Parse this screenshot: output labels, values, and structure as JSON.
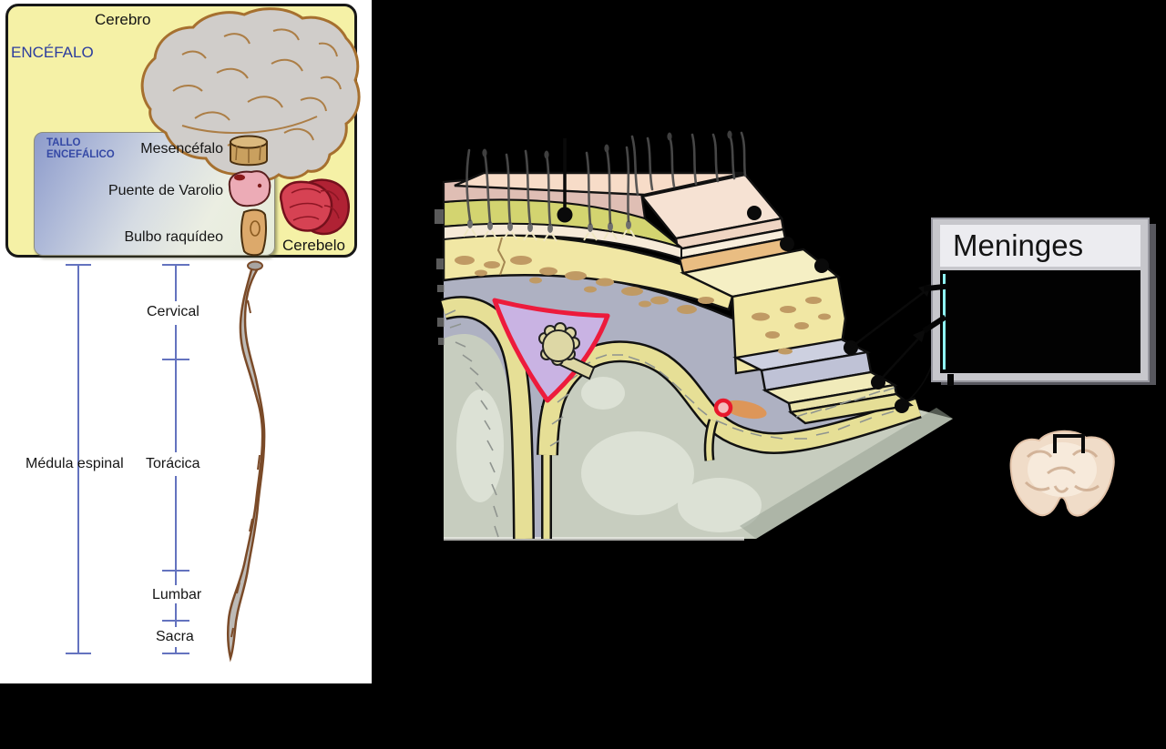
{
  "encephalon_panel": {
    "cerebro_label": "Cerebro",
    "encefalo_label": "ENCÉFALO",
    "tallo_line1": "TALLO",
    "tallo_line2": "ENCEFÁLICO",
    "mesencefalo_label": "Mesencéfalo",
    "puente_label": "Puente de Varolio",
    "bulbo_label": "Bulbo raquídeo",
    "cerebelo_label": "Cerebelo"
  },
  "spinal_section": {
    "medula_label": "Médula espinal",
    "cervical_label": "Cervical",
    "toracica_label": "Torácica",
    "lumbar_label": "Lumbar",
    "sacra_label": "Sacra"
  },
  "meninges_window": {
    "title": "Meninges"
  },
  "colors": {
    "canvas_bg": "#000000",
    "panel_bg": "#ffffff",
    "encephalon_box_fill": "#F5F1A6",
    "label_blue": "#2B3C9E",
    "bracket_blue": "#6473BF",
    "sinus_red": "#ED1B3C",
    "sinus_purple": "#C9B3E3",
    "bone_yellow": "#F1E7A4",
    "dura_gray": "#AEB1C2",
    "skin_pink": "#F7DCC8",
    "arachnoid_yellow": "#E6DF96",
    "brain_green": "#C7CDBF",
    "cerebellum_red": "#D64253",
    "window_gray": "#C7C7CC"
  }
}
